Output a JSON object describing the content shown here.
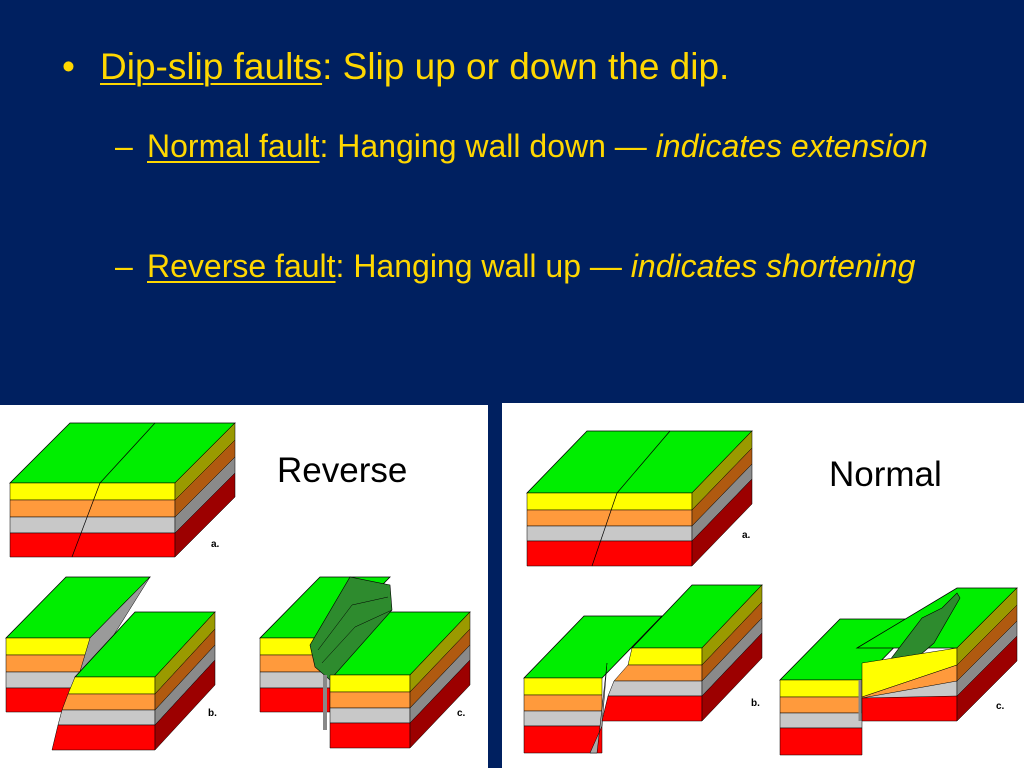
{
  "bullet1": {
    "glyph": "•",
    "term": "Dip-slip faults",
    "rest": ": Slip up or down the dip."
  },
  "sub1": {
    "dash": "–",
    "term": "Normal fault",
    "rest": ": Hanging wall down — ",
    "emph": "indicates extension"
  },
  "sub2": {
    "dash": "–",
    "term": "Reverse fault",
    "rest": ": Hanging wall up — ",
    "emph": "indicates shortening"
  },
  "panels": {
    "left": {
      "title": "Reverse",
      "labels": [
        "a.",
        "b.",
        "c."
      ]
    },
    "right": {
      "title": "Normal",
      "labels": [
        "a.",
        "b.",
        "c."
      ]
    }
  },
  "colors": {
    "background": "#002060",
    "text": "#ffd700",
    "top_green": "#00ee00",
    "side_olive": "#9a9a00",
    "yellow": "#ffff00",
    "orange": "#ff9a3c",
    "gray": "#c8c8c8",
    "red": "#ff0000",
    "dark_red": "#9c0000"
  }
}
